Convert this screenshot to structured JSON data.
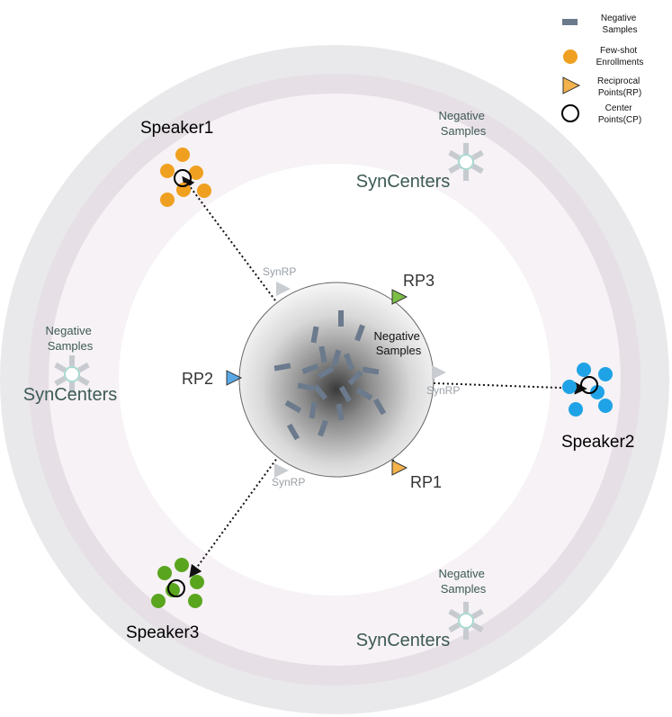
{
  "legend": {
    "negative_samples": "Negative\nSamples",
    "few_shot": "Few-shot\nEnrollments",
    "reciprocal_points": "Reciprocal\nPoints(RP)",
    "center_points": "Center\nPoints(CP)"
  },
  "speakers": {
    "speaker1": "Speaker1",
    "speaker2": "Speaker2",
    "speaker3": "Speaker3"
  },
  "reciprocal_points": {
    "rp1": "RP1",
    "rp2": "RP2",
    "rp3": "RP3"
  },
  "synrp": "SynRP",
  "syncenters": "SynCenters",
  "negative_samples": "Negative\nSamples",
  "colors": {
    "speaker1": "#f0a020",
    "speaker2": "#1fa3e6",
    "speaker3": "#5aa51e",
    "negative": "#6b7a8c",
    "rp1": "#f3b24a",
    "rp2": "#5aa9e6",
    "rp3": "#7bbf44",
    "synrp": "#c9ccd1",
    "syncenter_text": "#3d5a55",
    "ring_outer": "#e9e8ea",
    "ring_band": "#e6dfe5",
    "ring_inner": "#f5f1f4"
  }
}
